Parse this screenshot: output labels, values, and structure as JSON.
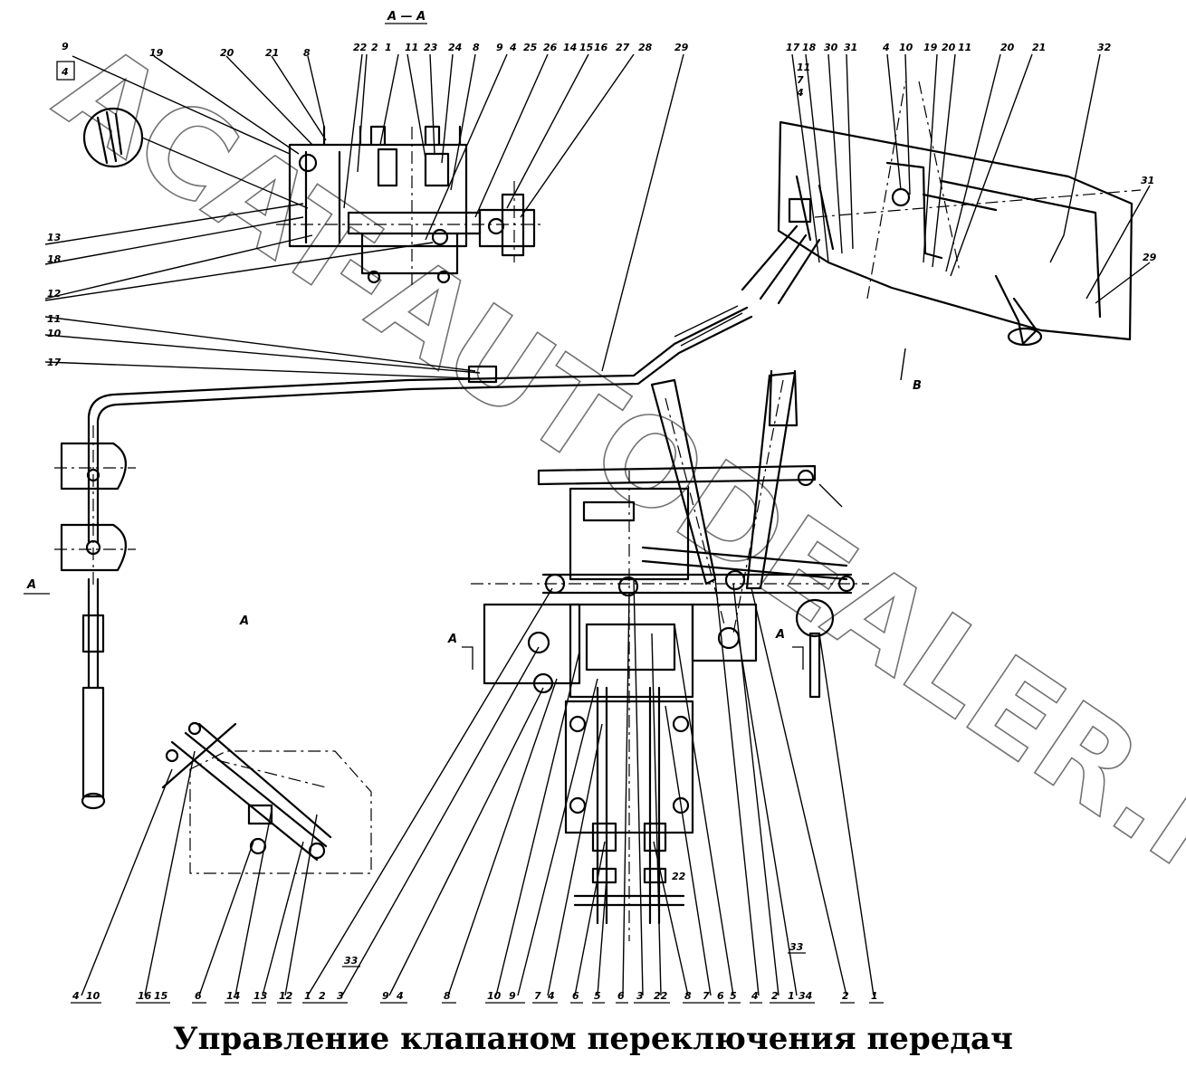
{
  "caption": "Управление клапаном переключения передач",
  "watermark": "ACAT-AUTODEALER.RU",
  "section_labels": {
    "aa_title": "А — А",
    "a_left": "А",
    "a_mid": "А",
    "a_right": "А",
    "a_view": "А",
    "b_view": "В"
  },
  "callouts_top_left": [
    "9",
    "4",
    "19",
    "20",
    "21",
    "8",
    "22",
    "2",
    "1",
    "11",
    "23",
    "24",
    "8",
    "9",
    "4",
    "25",
    "26",
    "14",
    "15",
    "16",
    "27",
    "28",
    "29",
    "13",
    "18",
    "12"
  ],
  "callouts_left_side": [
    "11",
    "10",
    "17"
  ],
  "callouts_top_right": [
    "17",
    "18",
    "30",
    "31",
    "4",
    "10",
    "19",
    "20",
    "11",
    "20",
    "21",
    "32",
    "11",
    "7",
    "4",
    "31",
    "29"
  ],
  "callouts_bottom": [
    "4",
    "10",
    "16",
    "15",
    "6",
    "14",
    "13",
    "12",
    "1",
    "2",
    "3",
    "9",
    "4",
    "8",
    "10",
    "9",
    "7",
    "4",
    "6",
    "5",
    "6",
    "3",
    "22",
    "8",
    "7",
    "6",
    "5",
    "4",
    "2",
    "1",
    "34",
    "2",
    "1"
  ],
  "callouts_extra": [
    "33",
    "33",
    "22"
  ]
}
